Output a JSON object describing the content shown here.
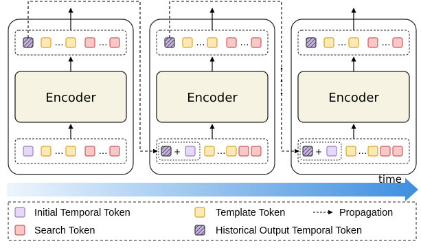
{
  "diagram": {
    "encoder_label": "Encoder",
    "ellipsis": "…",
    "plus": "+",
    "time_label": "time",
    "colors": {
      "initial_temporal_fill": "#e6d9f5",
      "initial_temporal_stroke": "#9a7cc8",
      "template_fill": "#fde9b3",
      "template_stroke": "#d8a233",
      "search_fill": "#f8c8c8",
      "search_stroke": "#c85c5c",
      "historical_fill": "#c6b2e6",
      "historical_stroke": "#3a3a3a",
      "encoder_fill": "#f6f3e3",
      "time_arrow_start": "#eef5fd",
      "time_arrow_end": "#3d8fe0"
    }
  },
  "legend": {
    "items": [
      {
        "key": "initial",
        "label": "Initial Temporal Token"
      },
      {
        "key": "template",
        "label": "Template Token"
      },
      {
        "key": "propagation",
        "label": "Propagation"
      },
      {
        "key": "search",
        "label": "Search Token"
      },
      {
        "key": "historical",
        "label": "Historical Output Temporal Token"
      }
    ]
  }
}
